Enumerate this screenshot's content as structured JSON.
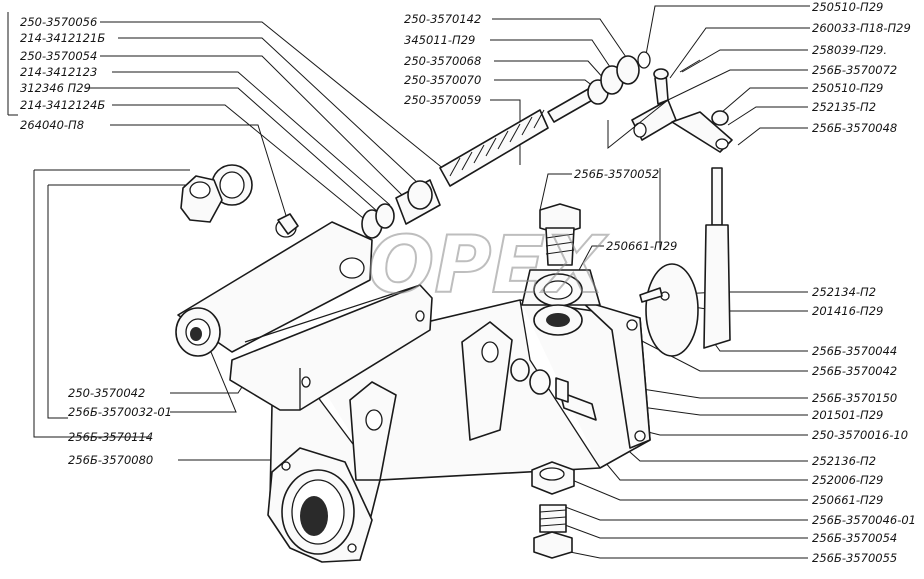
{
  "watermark": "OPEX",
  "labels": {
    "l01": "250-3570056",
    "l02": "214-3412121Б",
    "l03": "250-3570054",
    "l04": "214-3412123",
    "l05": "312346 П29",
    "l06": "214-3412124Б",
    "l07": "264040-П8",
    "l08": "250-3570142",
    "l09": "345011-П29",
    "l10": "250-3570068",
    "l11": "250-3570070",
    "l12": "250-3570059",
    "l13": "250510-П29",
    "l14": "260033-П18-П29",
    "l15": "258039-П29.",
    "l16": "256Б-3570072",
    "l17": "250510-П29",
    "l18": "252135-П2",
    "l19": "256Б-3570048",
    "l20": "256Б-3570052",
    "l21": "250661-П29",
    "l22": "252134-П2",
    "l23": "201416-П29",
    "l24": "256Б-3570044",
    "l25": "256Б-3570042",
    "l26": "250-3570042",
    "l27": "256Б-3570032-01",
    "l28": "256Б-3570114",
    "l29": "256Б-3570080",
    "l30": "256Б-3570150",
    "l31": "201501-П29",
    "l32": "250-3570016-10",
    "l33": "252136-П2",
    "l34": "252006-П29",
    "l35": "250661-П29",
    "l36": "256Б-3570046-01",
    "l37": "256Б-3570054",
    "l38": "256Б-3570055"
  }
}
